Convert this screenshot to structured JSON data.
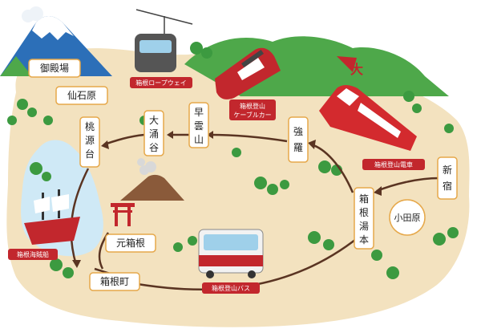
{
  "map": {
    "colors": {
      "land": "#f3e2bf",
      "water": "#cfe9f6",
      "mountain": "#4ea84a",
      "route": "#5a3422",
      "tag_bg": "#c2272d",
      "box_border": "#e6a84a"
    },
    "stations": {
      "gotemba": "御殿場",
      "sengokuhara": "仙石原",
      "togendai": "桃源台",
      "owakudani": "大涌谷",
      "sounzan": "早雲山",
      "gora": "強羅",
      "shinjuku": "新宿",
      "hakone_yumoto": "箱根湯本",
      "odawara": "小田原",
      "motohakone": "元箱根",
      "hakonemachi": "箱根町"
    },
    "transport": {
      "ropeway": "箱根ロープウェイ",
      "cablecar_line1": "箱根登山",
      "cablecar_line2": "ケーブルカー",
      "railway": "箱根登山電車",
      "bus": "箱根登山バス",
      "pirate_ship": "箱根海賊船"
    },
    "landmark": "大"
  }
}
